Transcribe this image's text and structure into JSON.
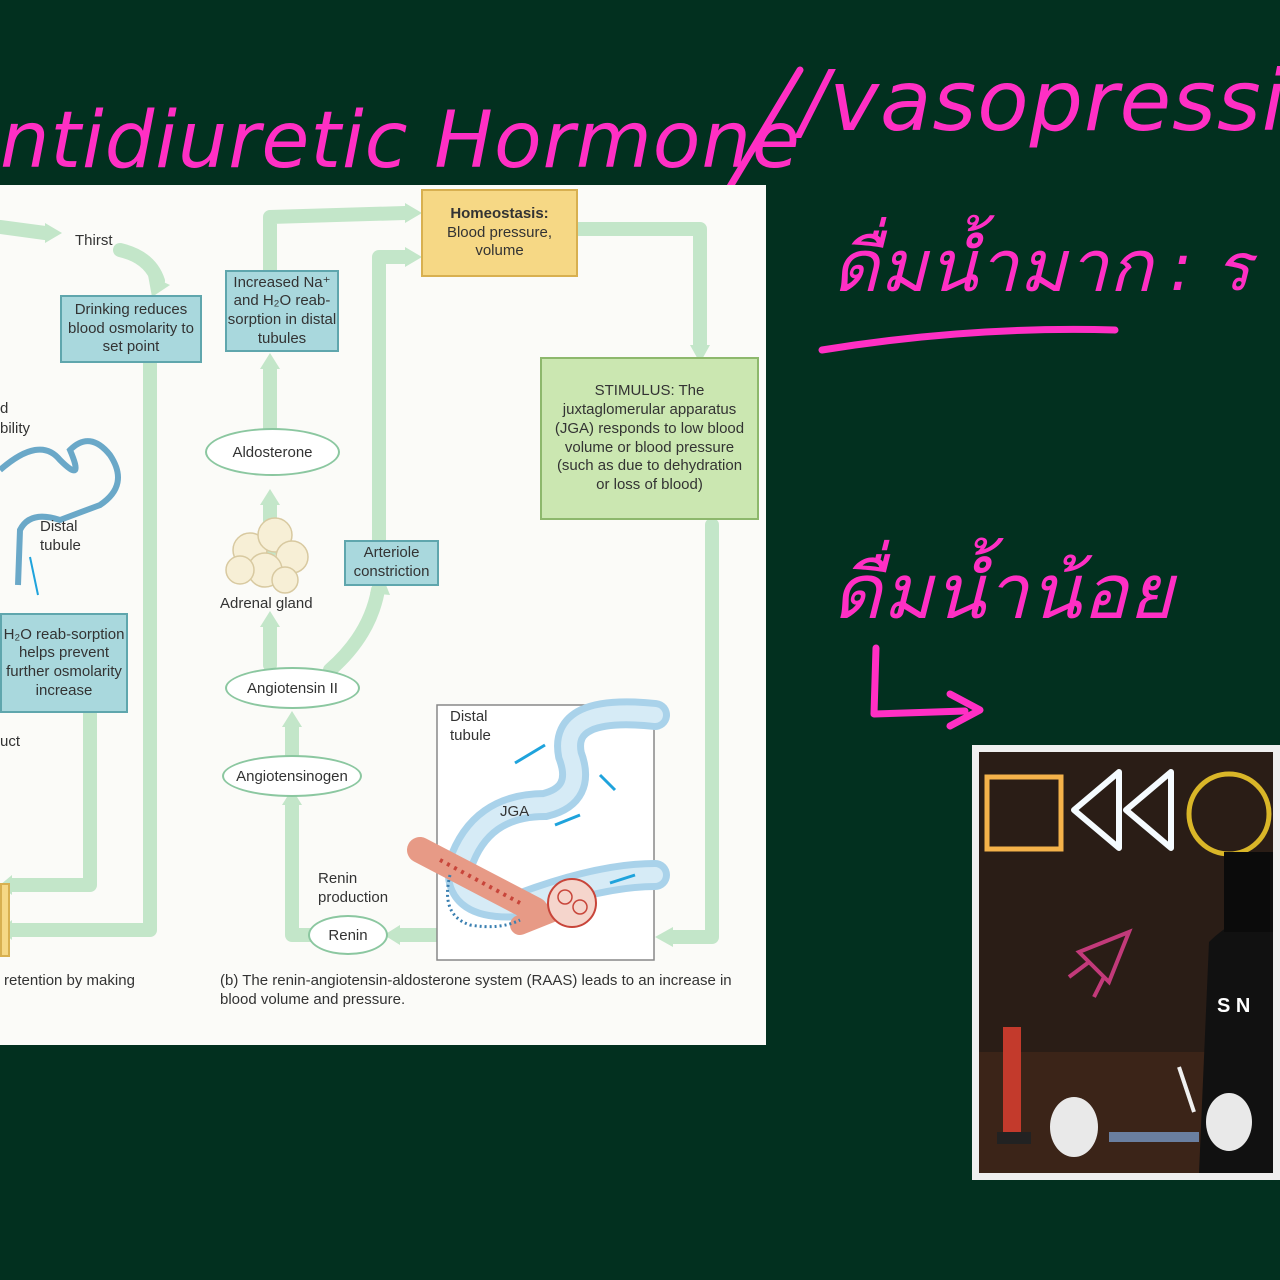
{
  "annotations": {
    "title_left": "ntidiuretic Hormone",
    "title_right": "/vasopressin",
    "thai_drink_much": "ดื่มน้ำมาก",
    "thai_drink_much_tail": ": ร",
    "thai_drink_little": "ดื่มน้ำน้อย"
  },
  "figure": {
    "thirst": "Thirst",
    "drinking_reduces": "Drinking reduces blood osmolarity to set point",
    "increased_permeability_partial_1": "d",
    "increased_permeability_partial_2": "bility",
    "distal_tubule_a": "Distal tubule",
    "h2o_reabsorption": "H₂O reab-sorption helps prevent further osmolarity increase",
    "collecting_duct_partial": "uct",
    "caption_a_partial": "retention by making",
    "homeostasis_title": "Homeostasis:",
    "homeostasis_body": "Blood pressure, volume",
    "increased_na": "Increased Na⁺ and H₂O reab-sorption in distal tubules",
    "aldosterone": "Aldosterone",
    "adrenal_gland": "Adrenal gland",
    "arteriole_constriction": "Arteriole constriction",
    "angiotensin_ii": "Angiotensin II",
    "angiotensinogen": "Angiotensinogen",
    "renin_production": "Renin production",
    "renin": "Renin",
    "stimulus": "STIMULUS: The juxtaglomerular apparatus (JGA) responds to low blood volume or blood pressure (such as due to dehydration or loss of blood)",
    "distal_tubule_b": "Distal tubule",
    "jga": "JGA",
    "caption_b": "(b) The renin-angiotensin-aldosterone system (RAAS) leads to an increase in blood volume and pressure."
  },
  "video": {
    "shirt_text": "S   N"
  }
}
